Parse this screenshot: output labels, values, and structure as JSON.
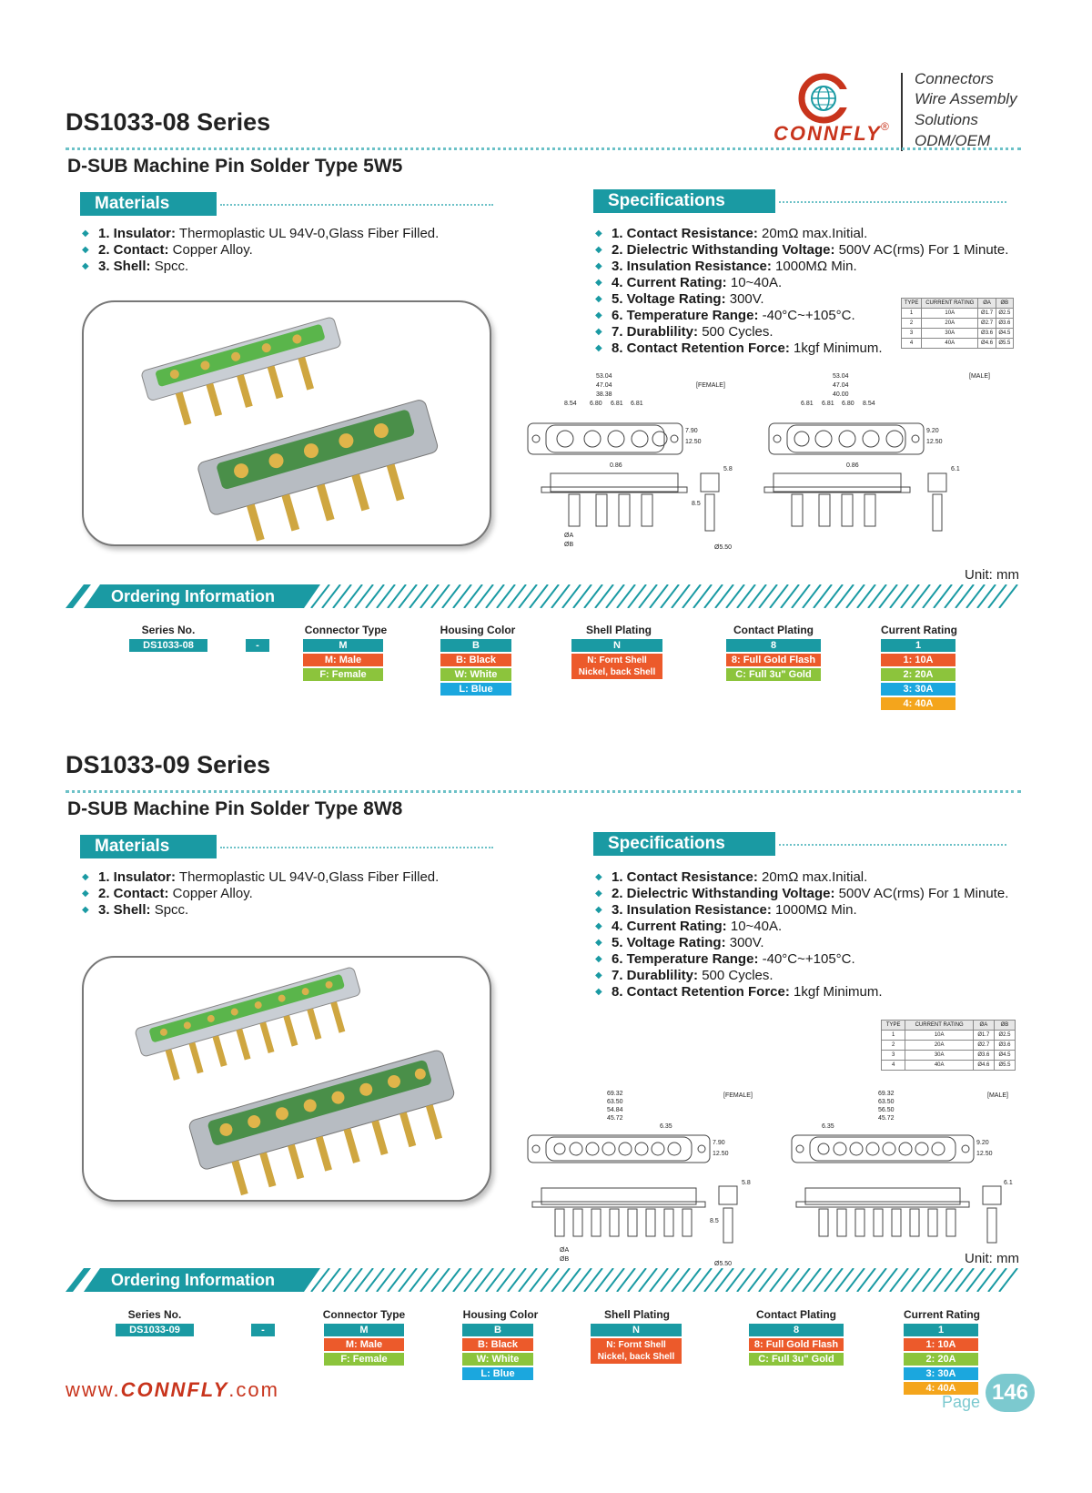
{
  "brand": {
    "name": "CONNFLY",
    "registered": "®",
    "taglines": [
      "Connectors",
      "Wire Assembly",
      "Solutions",
      "ODM/OEM"
    ],
    "colors": {
      "red": "#c8341c",
      "teal": "#1a9aa3"
    }
  },
  "sections": [
    {
      "series_title": "DS1033-08 Series",
      "subtitle": "D-SUB Machine Pin Solder Type 5W5",
      "materials": {
        "heading": "Materials",
        "items": [
          {
            "label": "1. Insulator:",
            "text": " Thermoplastic UL 94V-0,Glass Fiber Filled."
          },
          {
            "label": "2. Contact:",
            "text": " Copper Alloy."
          },
          {
            "label": "3. Shell:",
            "text": " Spcc."
          }
        ]
      },
      "specifications": {
        "heading": "Specifications",
        "items": [
          {
            "label": "1. Contact Resistance:",
            "text": " 20mΩ max.Initial."
          },
          {
            "label": "2. Dielectric Withstanding Voltage:",
            "text": " 500V AC(rms) For 1 Minute."
          },
          {
            "label": "3. Insulation Resistance:",
            "text": " 1000MΩ Min."
          },
          {
            "label": "4. Current Rating:",
            "text": " 10~40A."
          },
          {
            "label": "5. Voltage Rating:",
            "text": " 300V."
          },
          {
            "label": "6. Temperature Range:",
            "text": " -40°C~+105°C."
          },
          {
            "label": "7. Durablility:",
            "text": " 500 Cycles."
          },
          {
            "label": "8. Contact Retention Force:",
            "text": " 1kgf Minimum."
          }
        ]
      },
      "rating_table": {
        "headers": [
          "TYPE",
          "CURRENT RATING",
          "ØA",
          "ØB"
        ],
        "rows": [
          [
            "1",
            "10A",
            "Ø1.7",
            "Ø2.5"
          ],
          [
            "2",
            "20A",
            "Ø2.7",
            "Ø3.6"
          ],
          [
            "3",
            "30A",
            "Ø3.6",
            "Ø4.5"
          ],
          [
            "4",
            "40A",
            "Ø4.6",
            "Ø5.5"
          ]
        ]
      },
      "drawing": {
        "female_label": "[FEMALE]",
        "male_label": "[MALE]",
        "female_dims": [
          "53.04",
          "47.04",
          "38.38",
          "8.54",
          "6.80",
          "6.81",
          "6.81",
          "7.90",
          "12.50",
          "0.86"
        ],
        "male_dims": [
          "53.04",
          "47.04",
          "40.00",
          "6.81",
          "6.81",
          "6.80",
          "8.54",
          "9.20",
          "12.50",
          "0.86"
        ],
        "side_dims": [
          "5.8",
          "8.5",
          "Ø5.50",
          "ØA",
          "ØB",
          "6.1"
        ]
      },
      "unit": "Unit: mm",
      "ordering": {
        "heading": "Ordering Information",
        "series_no": {
          "head": "Series No.",
          "value": "DS1033-08"
        },
        "dash": "-",
        "connector_type": {
          "head": "Connector Type",
          "code": "M",
          "options": [
            "M: Male",
            "F: Female"
          ]
        },
        "housing_color": {
          "head": "Housing Color",
          "code": "B",
          "options": [
            "B: Black",
            "W: White",
            "L: Blue"
          ]
        },
        "shell_plating": {
          "head": "Shell Plating",
          "code": "N",
          "options": [
            "N: Fornt Shell Nickel, back Shell Tin"
          ]
        },
        "contact_plating": {
          "head": "Contact Plating",
          "code": "8",
          "options": [
            "8: Full Gold Flash",
            "C: Full 3u\" Gold"
          ]
        },
        "current_rating": {
          "head": "Current Rating",
          "code": "1",
          "options": [
            "1: 10A",
            "2: 20A",
            "3: 30A",
            "4: 40A"
          ]
        }
      }
    },
    {
      "series_title": "DS1033-09 Series",
      "subtitle": "D-SUB Machine Pin Solder Type 8W8",
      "materials": {
        "heading": "Materials",
        "items": [
          {
            "label": "1. Insulator:",
            "text": " Thermoplastic UL 94V-0,Glass Fiber Filled."
          },
          {
            "label": "2. Contact:",
            "text": " Copper Alloy."
          },
          {
            "label": "3. Shell:",
            "text": " Spcc."
          }
        ]
      },
      "specifications": {
        "heading": "Specifications",
        "items": [
          {
            "label": "1. Contact Resistance:",
            "text": " 20mΩ max.Initial."
          },
          {
            "label": "2. Dielectric Withstanding Voltage:",
            "text": " 500V AC(rms) For 1 Minute."
          },
          {
            "label": "3. Insulation Resistance:",
            "text": " 1000MΩ Min."
          },
          {
            "label": "4. Current Rating:",
            "text": " 10~40A."
          },
          {
            "label": "5. Voltage Rating:",
            "text": " 300V."
          },
          {
            "label": "6. Temperature Range:",
            "text": " -40°C~+105°C."
          },
          {
            "label": "7. Durablility:",
            "text": " 500 Cycles."
          },
          {
            "label": "8. Contact Retention Force:",
            "text": " 1kgf Minimum."
          }
        ]
      },
      "rating_table": {
        "headers": [
          "TYPE",
          "CURRENT RATING",
          "ØA",
          "ØB"
        ],
        "rows": [
          [
            "1",
            "10A",
            "Ø1.7",
            "Ø2.5"
          ],
          [
            "2",
            "20A",
            "Ø2.7",
            "Ø3.6"
          ],
          [
            "3",
            "30A",
            "Ø3.6",
            "Ø4.5"
          ],
          [
            "4",
            "40A",
            "Ø4.6",
            "Ø5.5"
          ]
        ]
      },
      "drawing": {
        "female_label": "[FEMALE]",
        "male_label": "[MALE]",
        "female_dims": [
          "69.32",
          "63.50",
          "54.84",
          "45.72",
          "6.35",
          "7.90",
          "12.50"
        ],
        "male_dims": [
          "69.32",
          "63.50",
          "56.50",
          "45.72",
          "6.35",
          "9.20",
          "12.50"
        ],
        "side_dims": [
          "5.8",
          "8.5",
          "Ø5.50",
          "ØA",
          "ØB",
          "6.1"
        ]
      },
      "unit": "Unit: mm",
      "ordering": {
        "heading": "Ordering Information",
        "series_no": {
          "head": "Series No.",
          "value": "DS1033-09"
        },
        "dash": "-",
        "connector_type": {
          "head": "Connector Type",
          "code": "M",
          "options": [
            "M: Male",
            "F: Female"
          ]
        },
        "housing_color": {
          "head": "Housing Color",
          "code": "B",
          "options": [
            "B: Black",
            "W: White",
            "L: Blue"
          ]
        },
        "shell_plating": {
          "head": "Shell Plating",
          "code": "N",
          "options": [
            "N: Fornt Shell Nickel, back Shell Tin"
          ]
        },
        "contact_plating": {
          "head": "Contact Plating",
          "code": "8",
          "options": [
            "8: Full Gold Flash",
            "C: Full 3u\" Gold"
          ]
        },
        "current_rating": {
          "head": "Current Rating",
          "code": "1",
          "options": [
            "1: 10A",
            "2: 20A",
            "3: 30A",
            "4: 40A"
          ]
        }
      }
    }
  ],
  "footer": {
    "url_prefix": "www.",
    "url_brand": "CONNFLY",
    "url_suffix": ".com",
    "page_label": "Page",
    "page_number": "146"
  }
}
